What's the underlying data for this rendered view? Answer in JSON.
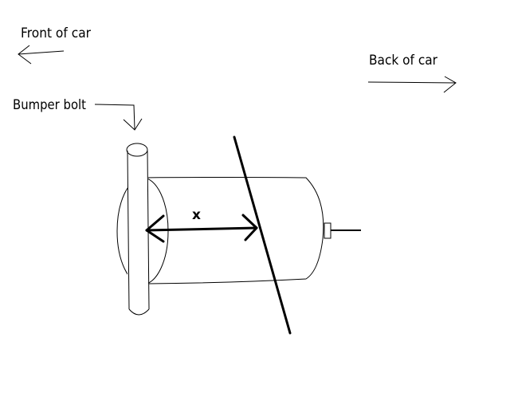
{
  "labels": {
    "front": "Front of car",
    "back": "Back of car",
    "bumper_bolt": "Bumper bolt",
    "measure": "x"
  }
}
